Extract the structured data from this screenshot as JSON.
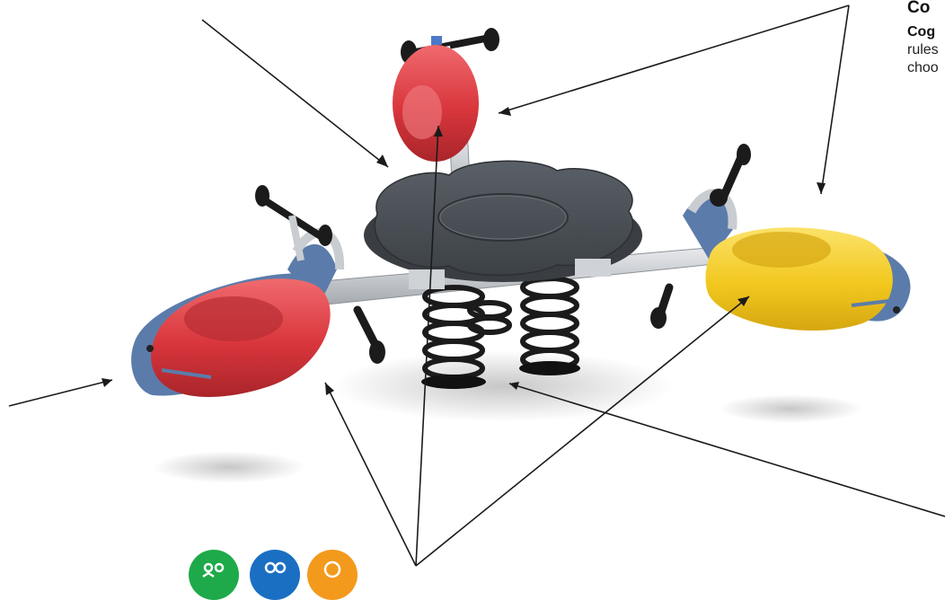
{
  "text_block": {
    "heading": "Co",
    "subheading": "Cog",
    "line1": "rules",
    "line2": "choo"
  },
  "badges": [
    {
      "name": "green-badge",
      "color": "#1eaa4a",
      "icon": "people-icon"
    },
    {
      "name": "blue-badge",
      "color": "#1a6fc2",
      "icon": "social-icon"
    },
    {
      "name": "orange-badge",
      "color": "#f39a1d",
      "icon": "circle-icon"
    }
  ],
  "colors": {
    "seat_red": "#d8363c",
    "seat_yellow": "#f2c81e",
    "platform": "#4a4f55",
    "spring": "#1b1b1b",
    "bar": "#c9ccd0",
    "shield": "#5b7cab"
  }
}
